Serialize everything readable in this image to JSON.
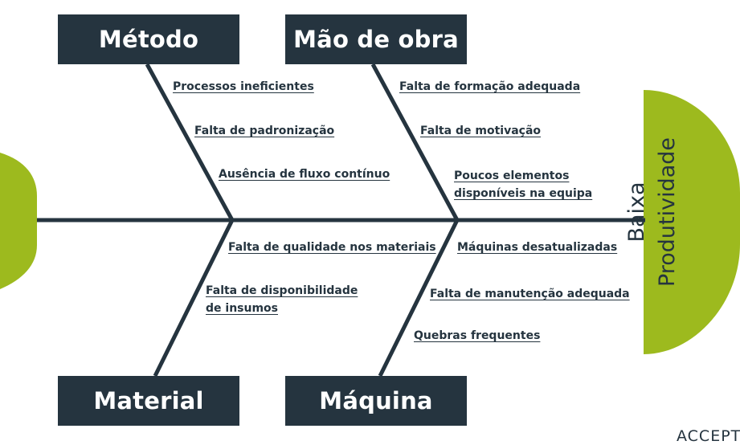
{
  "effect": {
    "line1": "Baixa",
    "line2": "Produtividade"
  },
  "categories": {
    "metodo": "Método",
    "mao_de_obra": "Mão de obra",
    "material": "Material",
    "maquina": "Máquina"
  },
  "causes": {
    "metodo": [
      "Processos ineficientes",
      "Falta de padronização",
      "Ausência de fluxo contínuo"
    ],
    "mao_de_obra": [
      "Falta de formação adequada",
      "Falta de motivação",
      "Poucos elementos",
      "disponíveis na equipa"
    ],
    "material": [
      "Falta de qualidade nos materiais",
      "Falta de disponibilidade",
      "de insumos"
    ],
    "maquina": [
      "Máquinas desatualizadas",
      "Falta de manutenção adequada",
      "Quebras frequentes"
    ]
  },
  "watermark": "ACCEPT",
  "colors": {
    "dark": "#25343f",
    "accent": "#9dba1e"
  }
}
